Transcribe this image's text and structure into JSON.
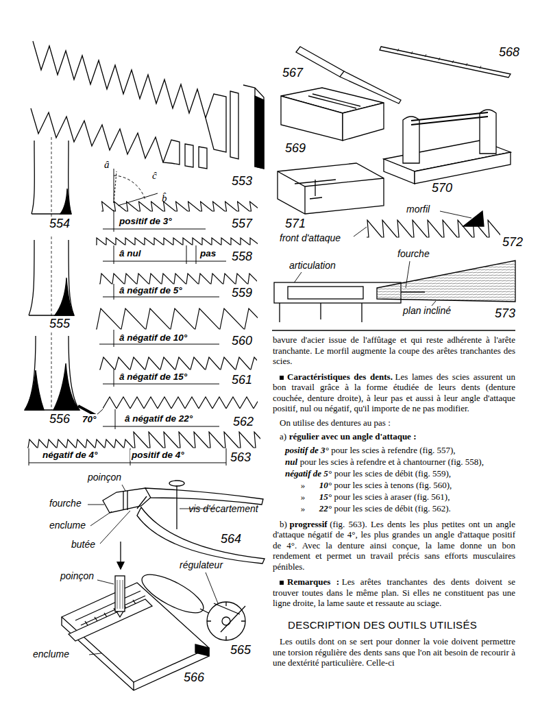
{
  "diagram": {
    "labels": [
      "553",
      "554",
      "â",
      "ĉ",
      "b̂",
      "positif de 3°",
      "557",
      "â nul",
      "pas",
      "558",
      "555",
      "â négatif de 5°",
      "559",
      "â négatif de 10°",
      "560",
      "â négatif de 15°",
      "561",
      "556",
      "70°",
      "â négatif de 22°",
      "562",
      "négatif de 4°",
      "positif de 4°",
      "563",
      "poinçon",
      "fourche",
      "enclume",
      "butée",
      "vis d'écartement",
      "564",
      "régulateur",
      "poinçon",
      "enclume",
      "565",
      "566",
      "567",
      "568",
      "569",
      "570",
      "571",
      "morfil",
      "front d'attaque",
      "572",
      "articulation",
      "fourche",
      "plan incliné",
      "573",
      "bavure d'acier issue de l'affûtage et qui reste adhérente à l'arête tranchante. Le morfil augmente la coupe des arêtes tranchantes des scies.",
      "Caractéristiques des dents.",
      "Les lames des scies assurent un bon travail grâce à la forme étudiée de leurs dents (denture couchée, denture droite), à leur pas et aussi à leur angle d'attaque positif, nul ou négatif, qu'il importe de ne pas modifier.",
      "On utilise des dentures au pas :",
      "a)",
      "régulier avec un angle d'attaque :",
      "positif de 3°",
      "pour les scies à refendre (fig. 557),",
      "nul",
      "pour les scies à refendre et à chantourner (fig. 558),",
      "négatif de 5°",
      "pour les scies de débit (fig. 559),",
      "»",
      "10°",
      "pour les scies à tenons (fig. 560),",
      "»",
      "15°",
      "pour les scies à araser (fig. 561),",
      "»",
      "22°",
      "pour les scies de débit (fig. 562).",
      "b)",
      "progressif",
      "(fig. 563). Les dents les plus petites ont un angle d'attaque négatif de 4°, les plus grandes un angle d'attaque positif de 4°. Avec la denture ainsi conçue, la lame donne un bon rendement et permet un travail précis sans efforts musculaires pénibles.",
      "Remarques :",
      "Les arêtes tranchantes des dents doivent se trouver toutes dans le même plan. Si elles ne constituent pas une ligne droite, la lame saute et ressaute au sciage.",
      "DESCRIPTION DES OUTILS UTILISÉS",
      "Les outils dont on se sert pour donner la voie doivent permettre une torsion régulière des dents sans que l'on ait besoin de recourir à une dextérité particulière. Celle-ci"
    ]
  }
}
